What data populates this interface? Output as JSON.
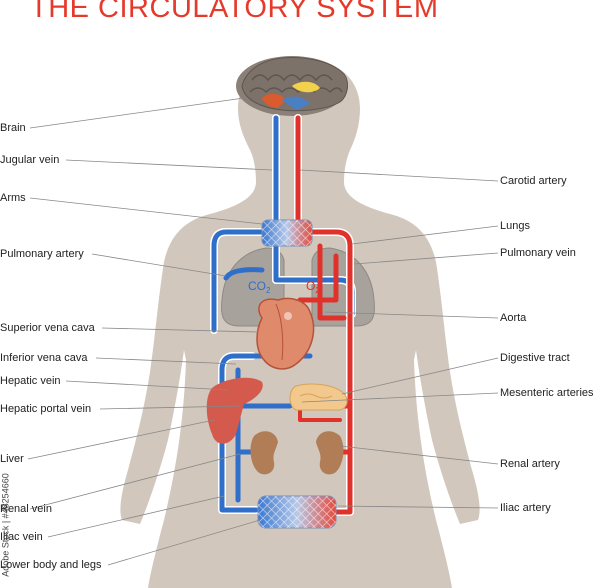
{
  "title": "THE CIRCULATORY SYSTEM",
  "gases": {
    "co2": "CO",
    "co2_sub": "2",
    "o2": "O",
    "o2_sub": "2"
  },
  "labels_left": [
    "Brain",
    "Jugular vein",
    "Arms",
    "Pulmonary artery",
    "Superior vena cava",
    "Inferior vena cava",
    "Hepatic vein",
    "Hepatic portal vein",
    "Liver",
    "Renal vein",
    "Iliac vein",
    "Lower body and legs"
  ],
  "labels_right": [
    "Carotid artery",
    "Lungs",
    "Pulmonary vein",
    "Aorta",
    "Digestive tract",
    "Mesenteric arteries",
    "Renal artery",
    "Iliac artery"
  ],
  "side_watermark": "Adobe Stock | #48254660",
  "colors": {
    "body": "#d0c6bc",
    "artery": "#e0312b",
    "vein": "#2f6fc9",
    "title": "#e53a2b"
  }
}
